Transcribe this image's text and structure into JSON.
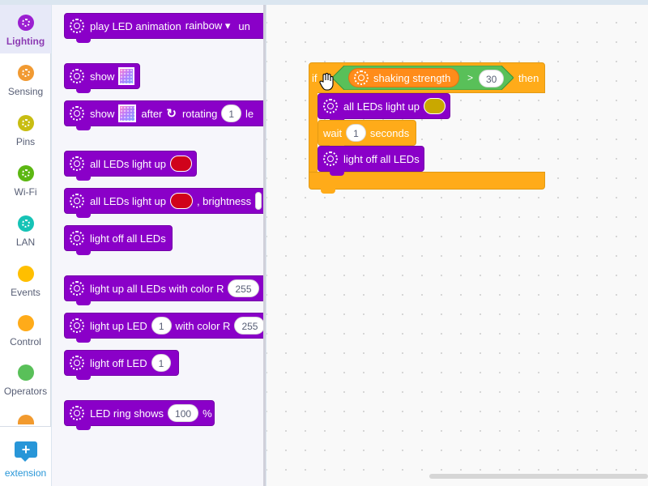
{
  "categories": [
    {
      "label": "Lighting",
      "color": "#9b1fd1",
      "active": true
    },
    {
      "label": "Sensing",
      "color": "#f19a32",
      "active": false
    },
    {
      "label": "Pins",
      "color": "#c8bd12",
      "active": false
    },
    {
      "label": "Wi-Fi",
      "color": "#5cb712",
      "active": false
    },
    {
      "label": "LAN",
      "color": "#16c3b6",
      "active": false
    },
    {
      "label": "Events",
      "color": "#ffbf00",
      "active": false
    },
    {
      "label": "Control",
      "color": "#ffab19",
      "active": false
    },
    {
      "label": "Operators",
      "color": "#59c059",
      "active": false
    }
  ],
  "extension": {
    "label": "extension",
    "icon": "plus-icon",
    "symbol": "+"
  },
  "palette": {
    "play_animation": {
      "text": "play LED animation",
      "dropdown": "rainbow ▾",
      "trailing": "un"
    },
    "show": {
      "text": "show"
    },
    "show_after_rotating": {
      "text": "show",
      "after": "after",
      "rotating": "rotating",
      "steps": "1",
      "trailing": "le"
    },
    "all_leds_light_up": {
      "text": "all LEDs light up",
      "color": "#d0021b"
    },
    "all_leds_brightness": {
      "text": "all LEDs light up",
      "brightness": ", brightness",
      "color": "#d0021b"
    },
    "light_off_all": {
      "text": "light off all LEDs"
    },
    "light_up_rgb": {
      "text": "light up all LEDs with color R",
      "r_value": "255"
    },
    "light_up_led_rgb": {
      "text": "light up LED",
      "led_num": "1",
      "with_color": "with color R",
      "r_value": "255"
    },
    "light_off_led": {
      "text": "light off LED",
      "led_num": "1"
    },
    "ring_shows": {
      "text": "LED ring shows",
      "value": "100",
      "unit": "%"
    }
  },
  "script": {
    "if_label": "if",
    "then_label": "then",
    "sensor": "shaking strength",
    "operator": ">",
    "threshold": "30",
    "light_up": {
      "text": "all LEDs light up",
      "color": "#c9a800"
    },
    "wait": {
      "text": "wait",
      "seconds": "1",
      "unit": "seconds"
    },
    "light_off": {
      "text": "light off all LEDs"
    }
  }
}
